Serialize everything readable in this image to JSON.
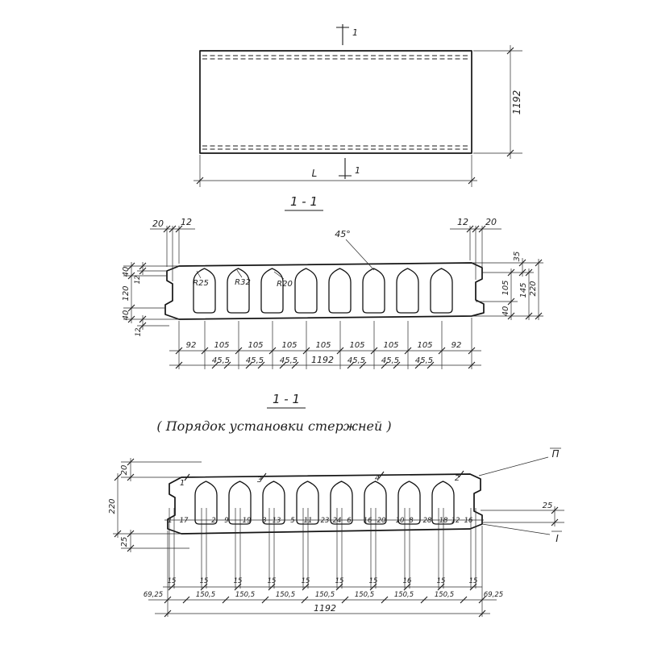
{
  "colors": {
    "ink": "#1f1f1f",
    "paper": "#ffffff"
  },
  "plan": {
    "mark_top": "1",
    "mark_bottom": "1",
    "dim_height": "1192",
    "dim_length": "L"
  },
  "section1": {
    "title": "1 - 1",
    "angle": "45°",
    "radii": [
      "R25",
      "R32",
      "R20"
    ],
    "top_left_dims": [
      "20",
      "12"
    ],
    "top_right_dims": [
      "12",
      "20"
    ],
    "left_dims": [
      "40",
      "12",
      "120",
      "40",
      "12"
    ],
    "right_dims": [
      "35",
      "105",
      "145",
      "220",
      "40"
    ],
    "bottom_row1": [
      "92",
      "105",
      "105",
      "105",
      "105",
      "105",
      "105",
      "105",
      "92"
    ],
    "bottom_row2": [
      "45,5",
      "45,5",
      "45,5",
      "1192",
      "45,5",
      "45,5",
      "45,5"
    ]
  },
  "section2": {
    "title": "1 - 1",
    "caption": "( Порядок  установки  стержней )",
    "top_marks": [
      "1",
      "3",
      "4",
      "2"
    ],
    "row_upper": "П",
    "row_lower": "I",
    "left_dims": [
      "20",
      "220",
      "25"
    ],
    "right_dim": "25",
    "bar_numbers": [
      "1",
      "17",
      "2",
      "9",
      "19",
      "3",
      "13",
      "5",
      "11",
      "23",
      "24",
      "6",
      "16",
      "20",
      "10",
      "8",
      "28",
      "18",
      "12",
      "16"
    ],
    "spacing_dims": [
      "15",
      "15",
      "15",
      "15",
      "15",
      "15",
      "15",
      "16",
      "15",
      "15"
    ],
    "bottom_row": [
      "69,25",
      "150,5",
      "150,5",
      "150,5",
      "150,5",
      "150,5",
      "150,5",
      "150,5",
      "69,25"
    ],
    "total": "1192"
  }
}
